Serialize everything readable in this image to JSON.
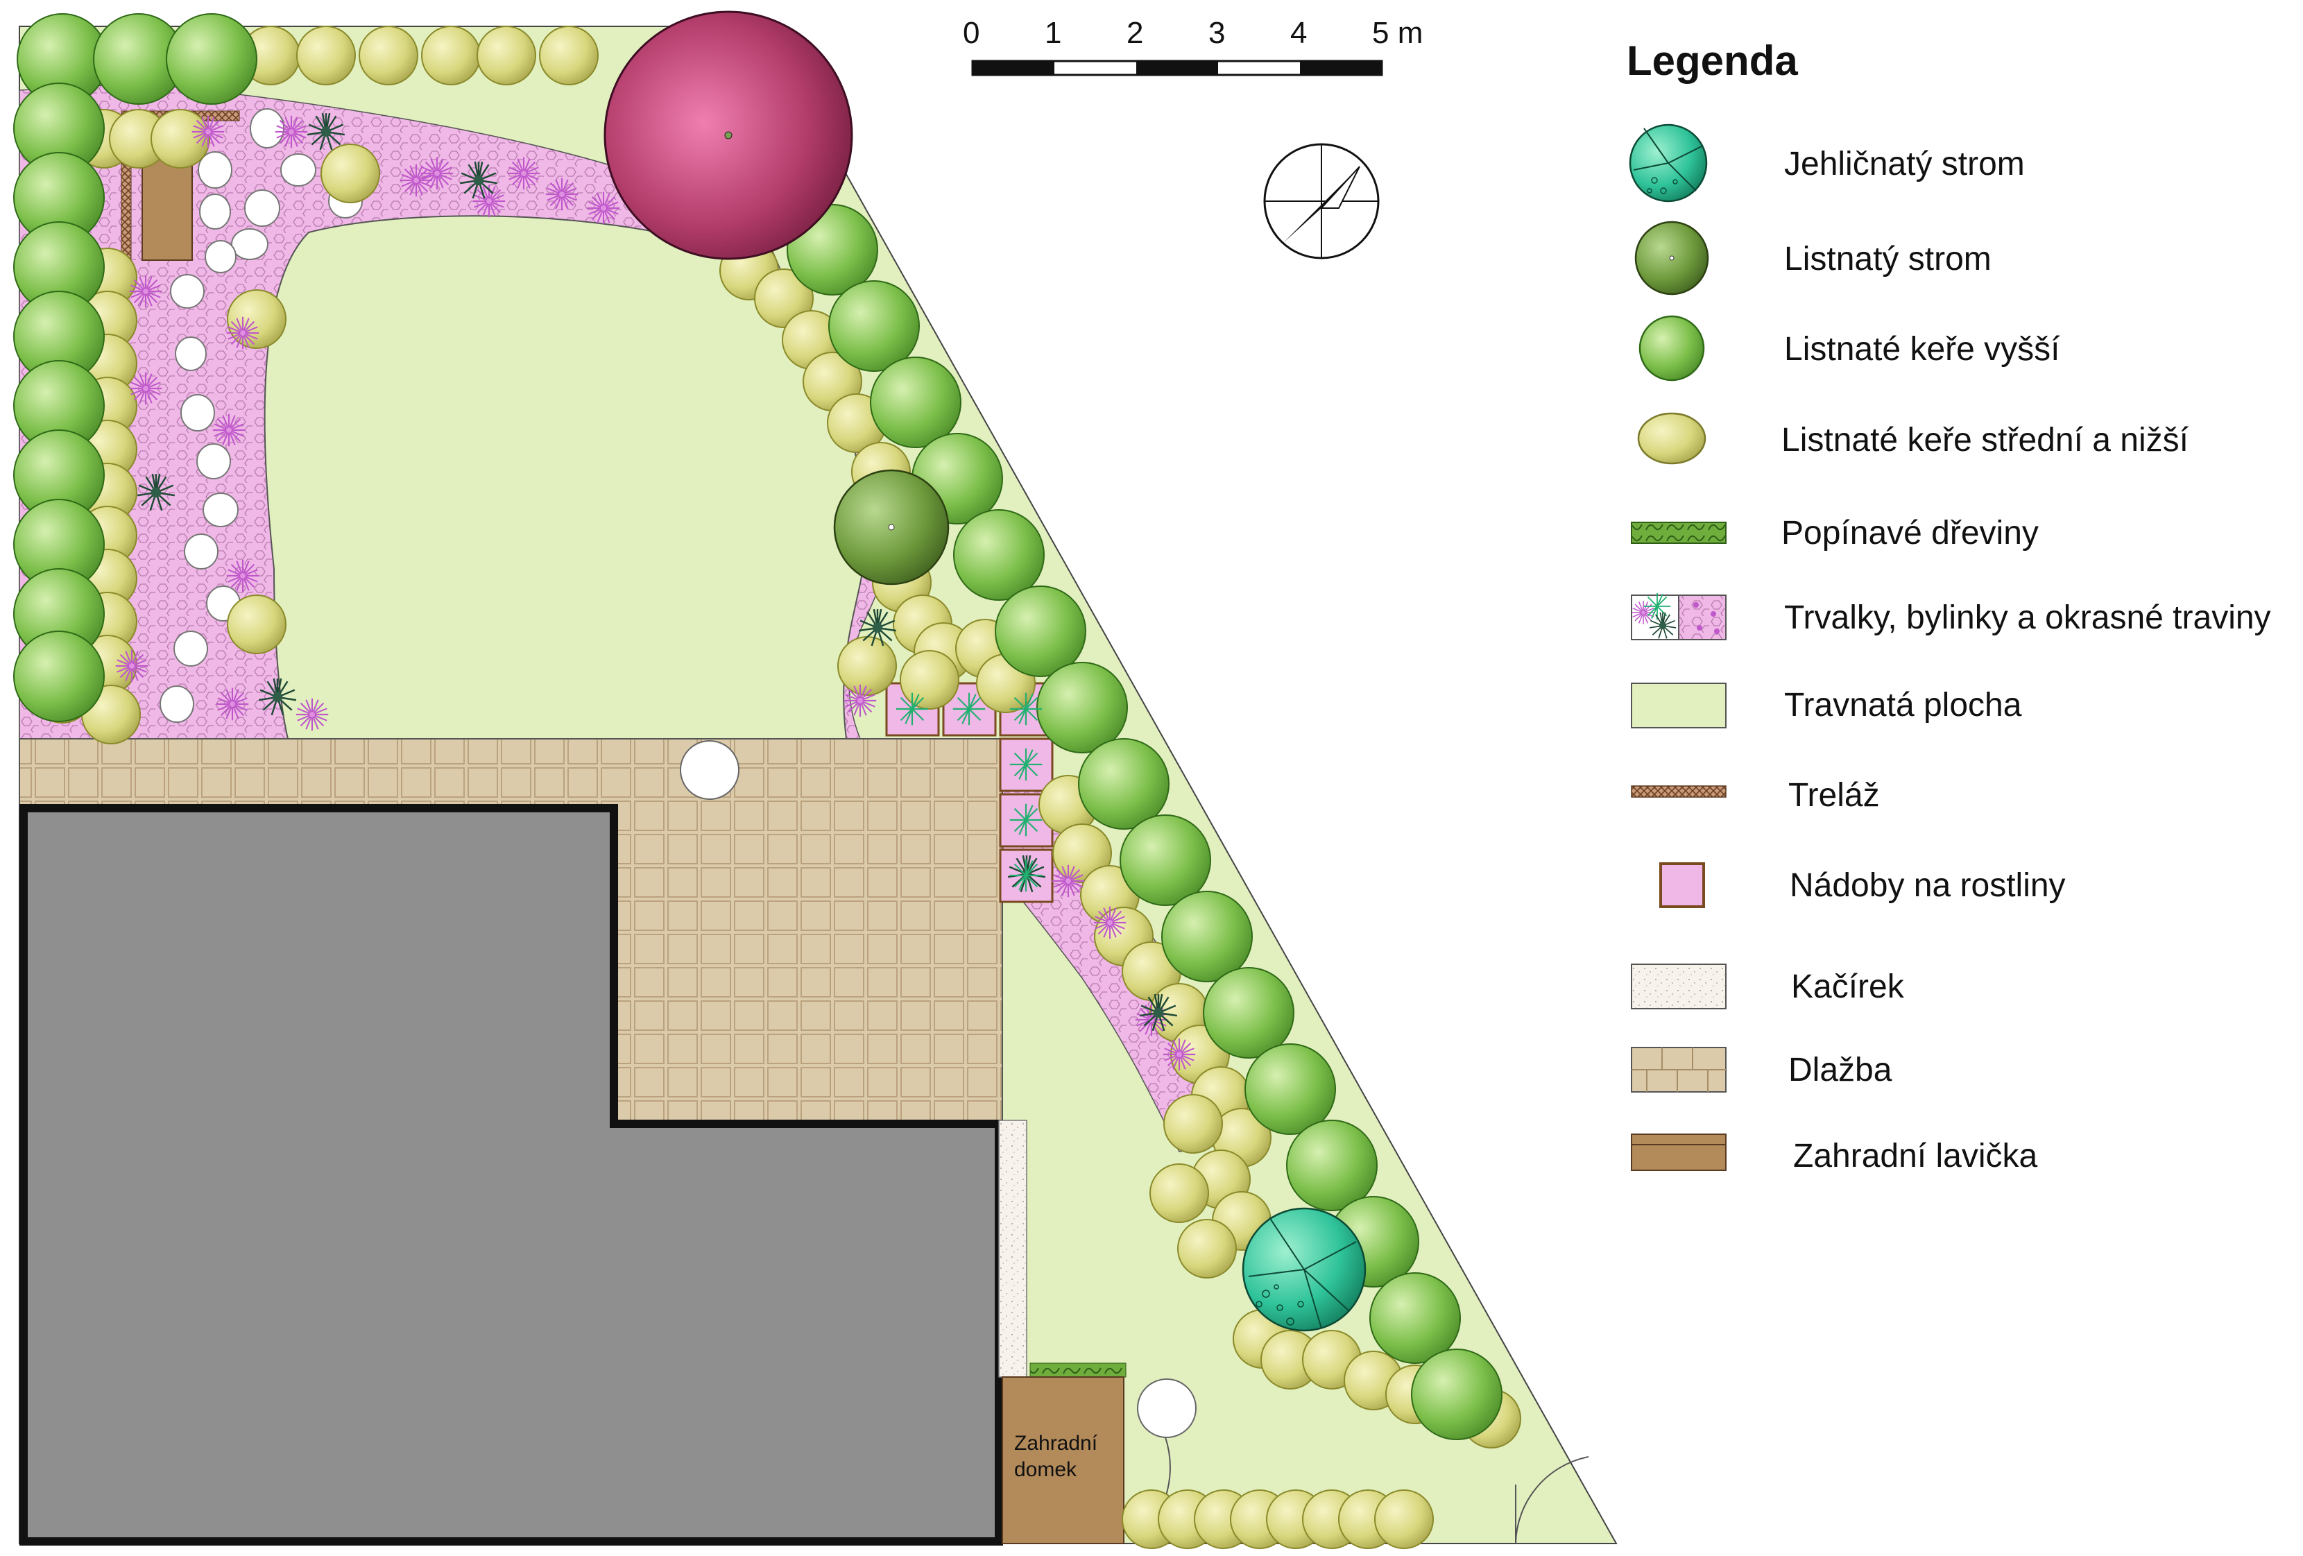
{
  "legend": {
    "title": "Legenda",
    "items": [
      {
        "key": "conifer",
        "label": "Jehličnatý strom",
        "icon": "conifer-tree-icon"
      },
      {
        "key": "deciduous",
        "label": "Listnatý strom",
        "icon": "deciduous-tree-icon"
      },
      {
        "key": "tall_shrub",
        "label": "Listnaté keře vyšší",
        "icon": "tall-shrub-icon"
      },
      {
        "key": "low_shrub",
        "label": "Listnaté keře střední a nižší",
        "icon": "low-shrub-icon"
      },
      {
        "key": "climber",
        "label": "Popínavé dřeviny",
        "icon": "climber-icon"
      },
      {
        "key": "perennials",
        "label": "Trvalky, bylinky a okrasné traviny",
        "icon": "perennials-icon"
      },
      {
        "key": "lawn",
        "label": "Travnatá plocha",
        "icon": "lawn-icon"
      },
      {
        "key": "trellis",
        "label": "Treláž",
        "icon": "trellis-icon"
      },
      {
        "key": "planter",
        "label": "Nádoby na rostliny",
        "icon": "planter-icon"
      },
      {
        "key": "gravel",
        "label": "Kačírek",
        "icon": "gravel-icon"
      },
      {
        "key": "paving",
        "label": "Dlažba",
        "icon": "paving-icon"
      },
      {
        "key": "bench",
        "label": "Zahradní lavička",
        "icon": "bench-icon"
      }
    ]
  },
  "scale_bar": {
    "ticks": [
      "0",
      "1",
      "2",
      "3",
      "4",
      "5 m"
    ]
  },
  "shed": {
    "line1": "Zahradní",
    "line2": "domek"
  },
  "colors": {
    "lawn": "#e2efbf",
    "perennial_bed": "#f0b8e6",
    "paving": "#dccbaa",
    "house": "#8f8f8f",
    "conifer": "#2fc39a",
    "deciduous": "#6e9a3c",
    "tall_shrub": "#7cbf4a",
    "low_shrub": "#d8d77e",
    "red_tree": "#b23c6a",
    "bench": "#b38a5a",
    "flower": "#c058cc"
  }
}
